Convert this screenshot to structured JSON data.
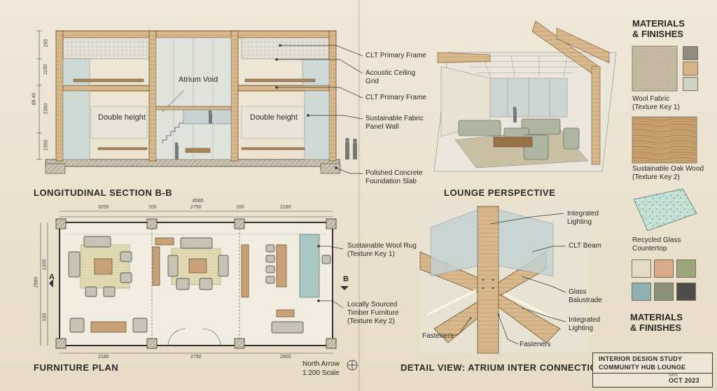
{
  "section": {
    "title": "LONGITUDINAL SECTION B-B",
    "atrium": "Atrium Void",
    "double_left": "Double height",
    "double_right": "Double height",
    "callouts": [
      "CLT Primary Frame",
      "Acoustic Ceiling Grid",
      "CLT Primary Frame",
      "Sustainable Fabric Panel Wall",
      "Polished Concrete Foundation Slab"
    ],
    "dims": [
      "285",
      "1150",
      "2380",
      "2350",
      "88 40"
    ]
  },
  "perspective": {
    "title": "LOUNGE PERSPECTIVE"
  },
  "plan": {
    "title": "FURNITURE PLAN",
    "top_dims": [
      "3250",
      "100",
      "2750",
      "100",
      "2160"
    ],
    "overall_dim": "8580",
    "bottom_dims": [
      "2180",
      "2750",
      "2900"
    ],
    "left_dims": [
      "2580",
      "1300",
      "100"
    ],
    "section_a": "A",
    "section_b": "B",
    "callouts": [
      "Sustainable Wool Rug (Texture Key 1)",
      "Locally Sourced Timber Furniture (Texture Key 2)"
    ],
    "north": "North Arrow",
    "scale": "1:200 Scale"
  },
  "detail": {
    "title": "DETAIL VIEW: ATRIUM INTER CONNECTION",
    "callouts": [
      "Integrated Lighting",
      "CLT Beam",
      "Glass Balustrade",
      "Integrated Lighting",
      "Fasteners",
      "Fasteners"
    ]
  },
  "materials": {
    "title_top": [
      "MATERIALS",
      "& FINISHES"
    ],
    "title_bottom": [
      "MATERIALS",
      "& FINISHES"
    ],
    "swatch1_label": [
      "Wool Fabric",
      "(Texture Key 1)"
    ],
    "swatch2_label": [
      "Sustainable Oak Wood",
      "(Texture Key 2)"
    ],
    "swatch3_label": [
      "Recycled Glass",
      "Countertop"
    ],
    "small_swatches": [
      "#8f8b80",
      "#d9b48a",
      "#cfd3c6"
    ],
    "palette": [
      "#e2dcc4",
      "#d7ab86",
      "#9aa57a",
      "#8fb0b3",
      "#8c927a",
      "#4e4c48"
    ]
  },
  "titleblock": {
    "line1": "INTERIOR DESIGN STUDY",
    "line2": "COMMUNITY HUB LOUNGE",
    "date_caption": "DATE",
    "date": "OCT 2023"
  },
  "colors": {
    "ink": "#2b2925",
    "wood": "#cfa878",
    "glass": "#b9ccd0",
    "paper": "#efe8d8"
  }
}
